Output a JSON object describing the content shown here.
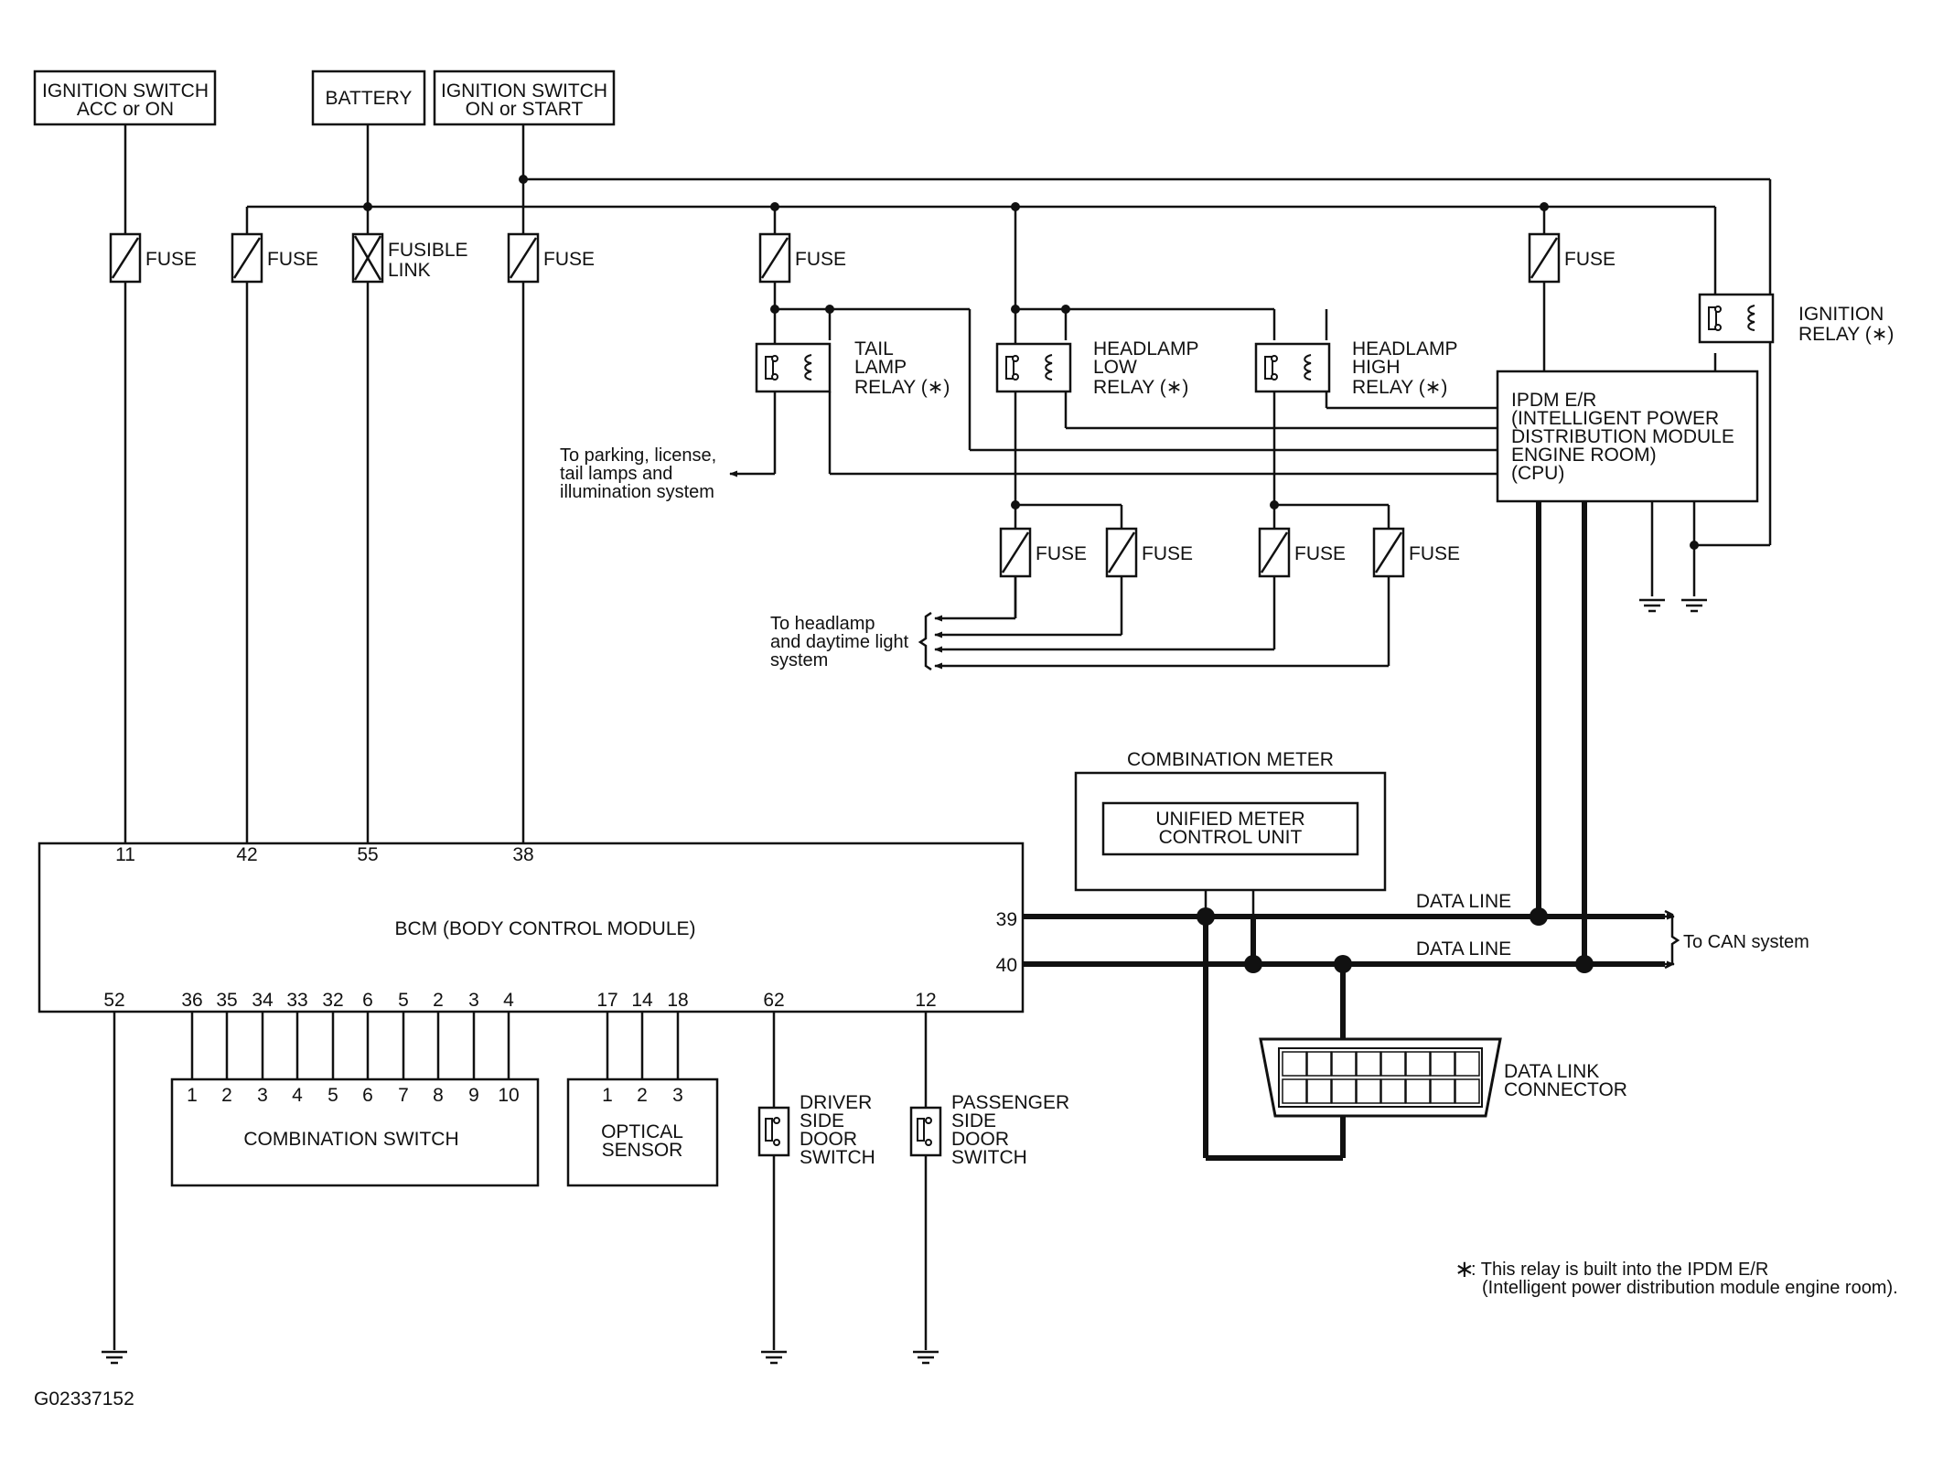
{
  "diagram_id": "G02337152",
  "sources": {
    "ign_acc_on": [
      "IGNITION SWITCH",
      "ACC or ON"
    ],
    "battery": "BATTERY",
    "ign_on_start": [
      "IGNITION SWITCH",
      "ON or START"
    ]
  },
  "fuse_label": "FUSE",
  "fusible_link": [
    "FUSIBLE",
    "LINK"
  ],
  "relays": {
    "tail_lamp": [
      "TAIL",
      "LAMP",
      "RELAY (∗)"
    ],
    "headlamp_low": [
      "HEADLAMP",
      "LOW",
      "RELAY (∗)"
    ],
    "headlamp_high": [
      "HEADLAMP",
      "HIGH",
      "RELAY (∗)"
    ],
    "ignition": [
      "IGNITION",
      "RELAY (∗)"
    ]
  },
  "ipdm": [
    "IPDM E/R",
    "(INTELLIGENT POWER",
    " DISTRIBUTION MODULE",
    " ENGINE ROOM)",
    "(CPU)"
  ],
  "notes": {
    "to_tail": [
      "To parking, license,",
      "tail lamps and",
      "illumination system"
    ],
    "to_headlamp": [
      "To headlamp",
      "and daytime light",
      "system"
    ],
    "to_can": "To CAN system",
    "footnote_marker": "∗",
    "footnote": [
      ": This relay is built into the IPDM E/R",
      "(Intelligent power distribution module engine room)."
    ]
  },
  "bcm": {
    "label": "BCM (BODY CONTROL MODULE)",
    "top_pins": [
      "11",
      "42",
      "55",
      "38"
    ],
    "right_pins": [
      "39",
      "40"
    ],
    "bottom_pins": [
      "52",
      "36",
      "35",
      "34",
      "33",
      "32",
      "6",
      "5",
      "2",
      "3",
      "4",
      "17",
      "14",
      "18",
      "62",
      "12"
    ]
  },
  "combination_meter": {
    "label": "COMBINATION METER",
    "unit": [
      "UNIFIED METER",
      "CONTROL UNIT"
    ]
  },
  "data_line": "DATA LINE",
  "data_link_connector": [
    "DATA LINK",
    "CONNECTOR"
  ],
  "combination_switch": {
    "label": "COMBINATION SWITCH",
    "pins": [
      "1",
      "2",
      "3",
      "4",
      "5",
      "6",
      "7",
      "8",
      "9",
      "10"
    ]
  },
  "optical_sensor": {
    "label": [
      "OPTICAL",
      "SENSOR"
    ],
    "pins": [
      "1",
      "2",
      "3"
    ]
  },
  "driver_door_switch": [
    "DRIVER",
    "SIDE",
    "DOOR",
    "SWITCH"
  ],
  "passenger_door_switch": [
    "PASSENGER",
    "SIDE",
    "DOOR",
    "SWITCH"
  ]
}
